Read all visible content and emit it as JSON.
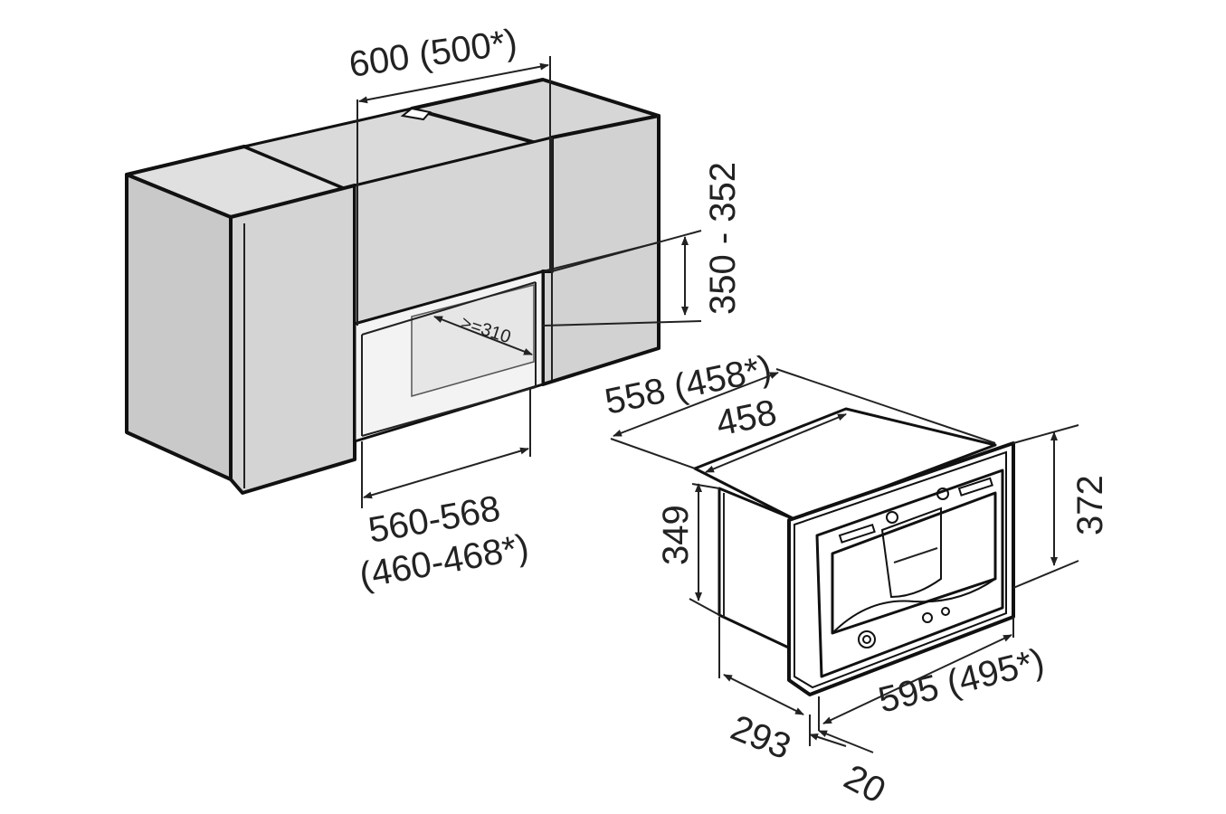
{
  "labels": {
    "cabinet_width": "600 (500*)",
    "niche_height": "350 - 352",
    "niche_depth": ">=310",
    "niche_width_1": "560-568",
    "niche_width_2": "(460-468*)",
    "appliance_depth_total": "558 (458*)",
    "appliance_depth_body": "458",
    "appliance_body_height": "349",
    "appliance_front_height": "372",
    "appliance_front_width": "595 (495*)",
    "appliance_body_offset": "293",
    "appliance_front_thickness": "20"
  },
  "colors": {
    "cabinet_fill": "#d2d2d2",
    "cabinet_light": "#e4e4e4",
    "niche_fill": "#f4f4f4",
    "appliance_fill": "#ffffff",
    "line": "#111111"
  }
}
